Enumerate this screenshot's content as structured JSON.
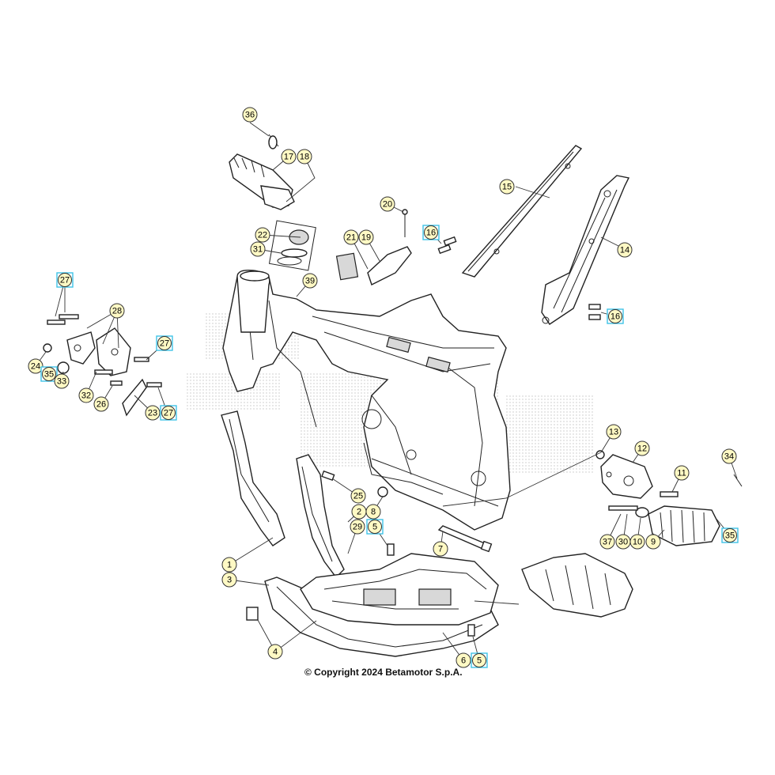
{
  "copyright": "© Copyright 2024 Betamotor S.p.A.",
  "colors": {
    "callout_fill": "#fff9c4",
    "callout_accent": "#3fc3e6",
    "line": "#222222"
  },
  "callouts": [
    {
      "label": "36",
      "style": "yellow"
    },
    {
      "label": "17",
      "style": "yellow"
    },
    {
      "label": "18",
      "style": "yellow"
    },
    {
      "label": "15",
      "style": "yellow"
    },
    {
      "label": "20",
      "style": "yellow"
    },
    {
      "label": "14",
      "style": "yellow"
    },
    {
      "label": "22",
      "style": "yellow"
    },
    {
      "label": "21",
      "style": "yellow"
    },
    {
      "label": "19",
      "style": "yellow"
    },
    {
      "label": "16",
      "style": "cyan"
    },
    {
      "label": "31",
      "style": "yellow"
    },
    {
      "label": "39",
      "style": "yellow"
    },
    {
      "label": "16",
      "style": "cyan"
    },
    {
      "label": "27",
      "style": "cyan"
    },
    {
      "label": "28",
      "style": "yellow"
    },
    {
      "label": "27",
      "style": "cyan"
    },
    {
      "label": "24",
      "style": "yellow"
    },
    {
      "label": "35",
      "style": "cyan"
    },
    {
      "label": "33",
      "style": "yellow"
    },
    {
      "label": "32",
      "style": "yellow"
    },
    {
      "label": "26",
      "style": "yellow"
    },
    {
      "label": "23",
      "style": "yellow"
    },
    {
      "label": "27",
      "style": "cyan"
    },
    {
      "label": "13",
      "style": "yellow"
    },
    {
      "label": "12",
      "style": "yellow"
    },
    {
      "label": "34",
      "style": "yellow"
    },
    {
      "label": "11",
      "style": "yellow"
    },
    {
      "label": "25",
      "style": "yellow"
    },
    {
      "label": "2",
      "style": "yellow"
    },
    {
      "label": "8",
      "style": "yellow"
    },
    {
      "label": "29",
      "style": "yellow"
    },
    {
      "label": "5",
      "style": "cyan"
    },
    {
      "label": "37",
      "style": "yellow"
    },
    {
      "label": "30",
      "style": "yellow"
    },
    {
      "label": "10",
      "style": "yellow"
    },
    {
      "label": "9",
      "style": "yellow"
    },
    {
      "label": "35",
      "style": "cyan"
    },
    {
      "label": "7",
      "style": "yellow"
    },
    {
      "label": "1",
      "style": "yellow"
    },
    {
      "label": "3",
      "style": "yellow"
    },
    {
      "label": "4",
      "style": "yellow"
    },
    {
      "label": "6",
      "style": "yellow"
    },
    {
      "label": "5",
      "style": "cyan"
    }
  ]
}
